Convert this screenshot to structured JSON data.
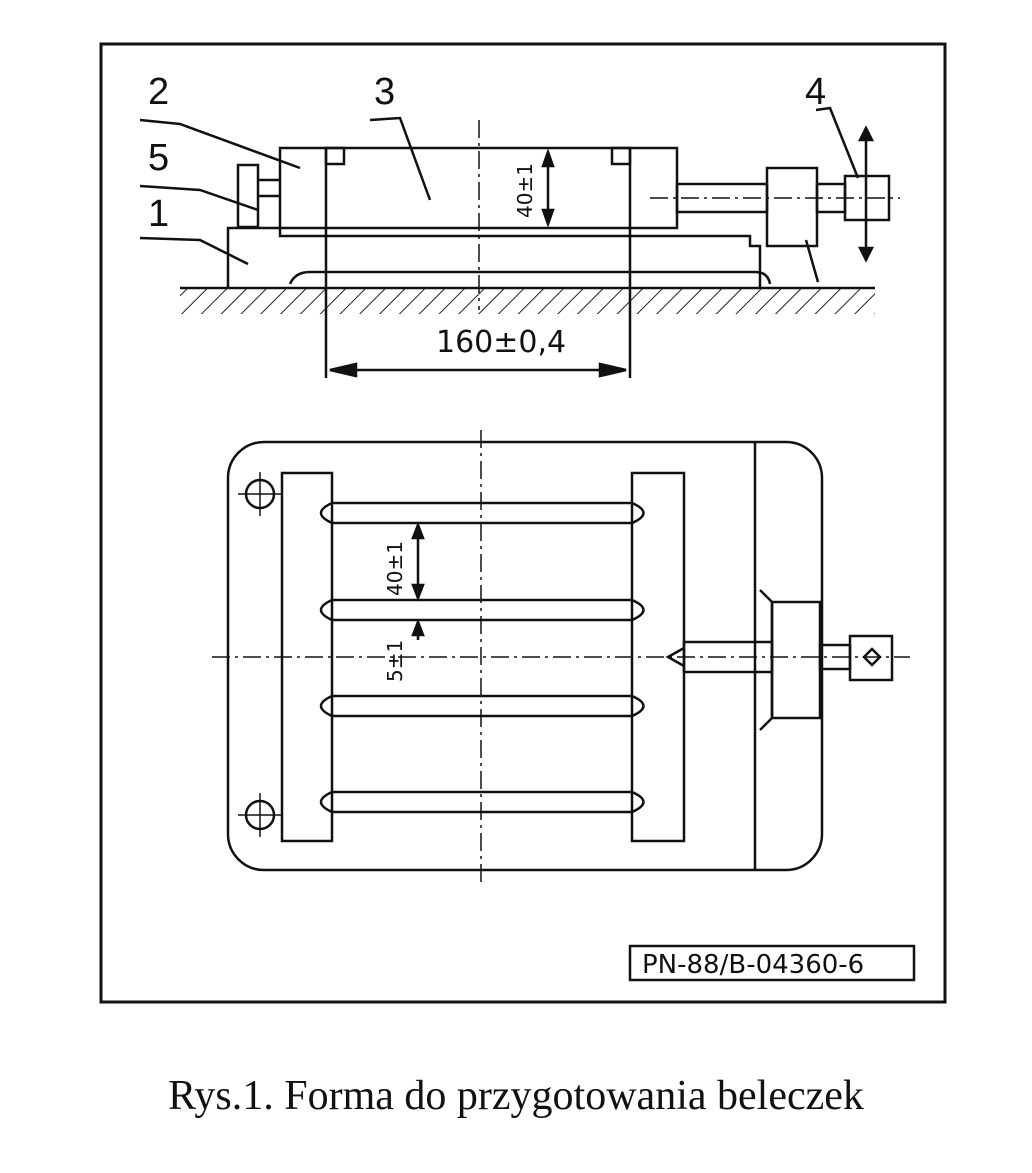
{
  "labels": {
    "part_1": "1",
    "part_2": "2",
    "part_3": "3",
    "part_4": "4",
    "part_5": "5"
  },
  "dimensions": {
    "length": "160±0,4",
    "height_side": "40±1",
    "width_top_1": "40±1",
    "width_top_2": "5±1"
  },
  "standard": "PN-88/B-04360-6",
  "caption": "Rys.1. Forma do przygotowania beleczek"
}
